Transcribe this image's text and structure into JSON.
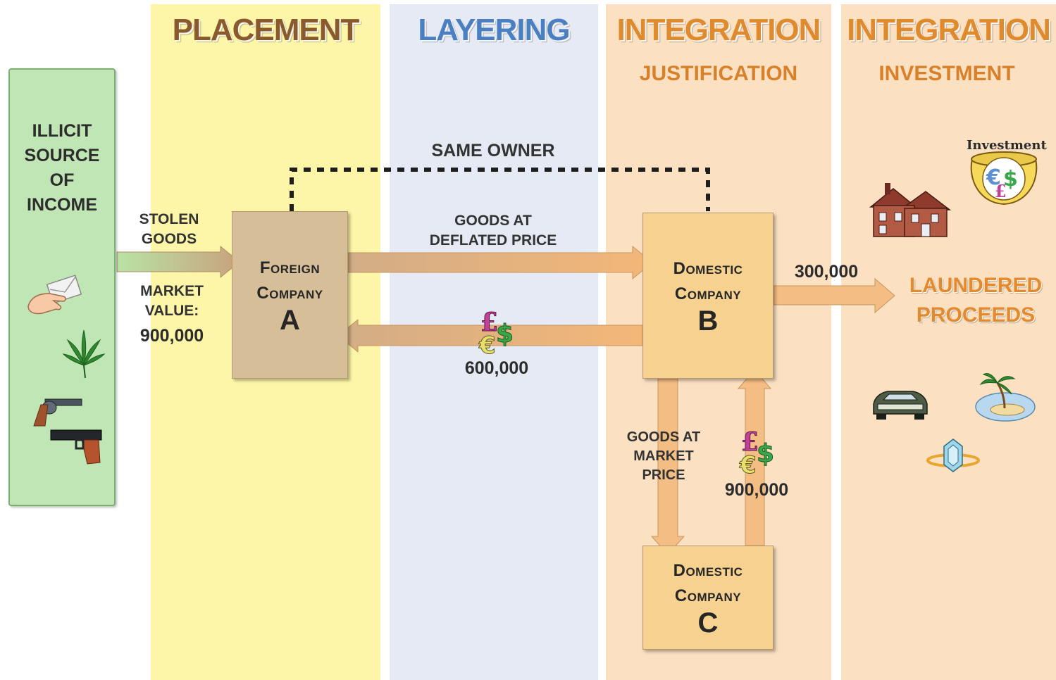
{
  "phases": {
    "placement": {
      "title": "PLACEMENT",
      "color": "#8a5a2f"
    },
    "layering": {
      "title": "LAYERING",
      "color": "#4a7fc1"
    },
    "integration_1": {
      "title": "INTEGRATION",
      "subtitle": "JUSTIFICATION",
      "color": "#e08a2e"
    },
    "integration_2": {
      "title": "INTEGRATION",
      "subtitle": "INVESTMENT",
      "color": "#e08a2e"
    }
  },
  "source": {
    "label": "ILLICIT\nSOURCE\nOF\nINCOME",
    "icons": [
      "envelope-hand-icon",
      "cannabis-leaf-icon",
      "revolver-icon",
      "pistol-icon"
    ]
  },
  "placement_flow": {
    "label": "STOLEN\nGOODS",
    "value_label": "MARKET\nVALUE:",
    "value": "900,000"
  },
  "company_a": {
    "name": "Foreign\nCompany",
    "letter": "A"
  },
  "company_b": {
    "name": "Domestic\nCompany",
    "letter": "B"
  },
  "company_c": {
    "name": "Domestic\nCompany",
    "letter": "C"
  },
  "same_owner": "SAME OWNER",
  "flows": {
    "a_to_b": "GOODS AT\nDEFLATED PRICE",
    "b_to_a": "600,000",
    "b_to_c": "GOODS AT\nMARKET\nPRICE",
    "c_to_b": "900,000",
    "b_out": "300,000"
  },
  "result": {
    "label": "LAUNDERED\nPROCEEDS",
    "icons": [
      "house-icon",
      "investment-pot-icon",
      "car-icon",
      "island-icon",
      "ring-icon"
    ],
    "investment_text": "Investment"
  },
  "currency_icon": {
    "symbols": [
      "£",
      "$",
      "€"
    ]
  },
  "colors": {
    "arrow": "#f0b87a",
    "arrow_dark": "#c9a27e",
    "source": "#bfe6b4"
  }
}
